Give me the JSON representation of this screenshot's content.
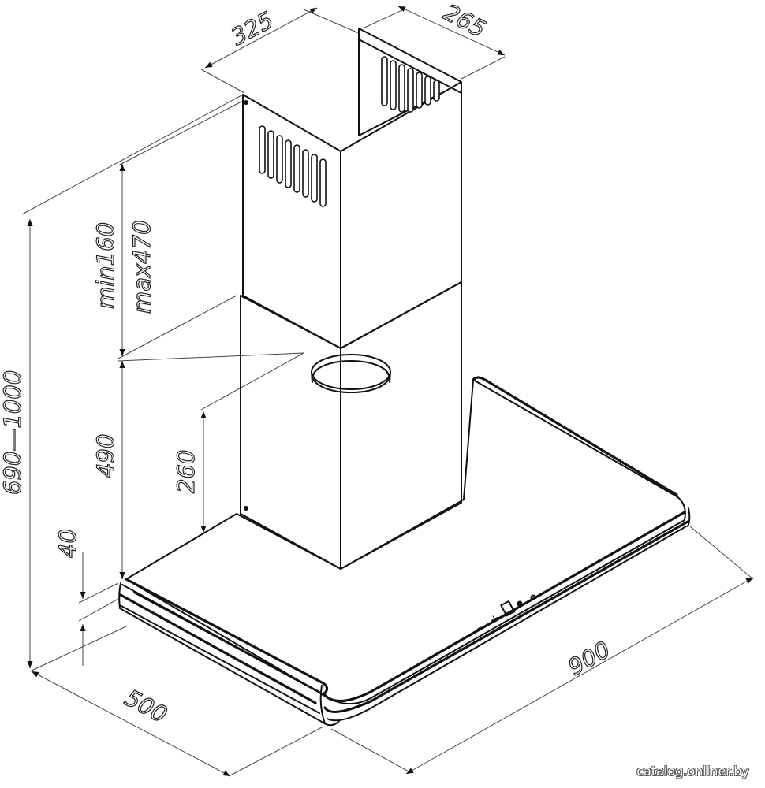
{
  "dimensions": {
    "chimney_width": "325",
    "chimney_depth": "265",
    "upper_range_min": "min160",
    "upper_range_max": "max470",
    "lower_chimney": "490",
    "outlet_height": "260",
    "canopy_thickness": "40",
    "total_height": "690—1000",
    "hood_depth": "500",
    "hood_width": "900"
  },
  "controls": {
    "minus": "–",
    "plus": "+"
  },
  "watermark": "catalog.onliner.by"
}
